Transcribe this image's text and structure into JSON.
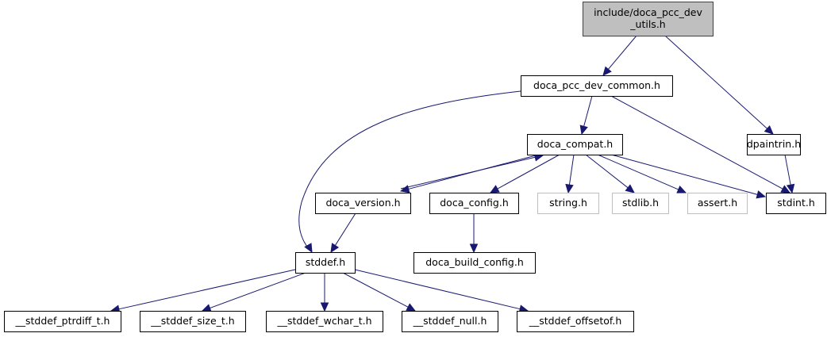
{
  "diagram": {
    "type": "include-dependency-graph",
    "colors": {
      "edge": "#191970",
      "root_fill": "#bfbfbf",
      "root_border": "#404040",
      "node_fill": "#ffffff",
      "node_border": "#000000",
      "external_border": "#bfbfbf"
    },
    "nodes": [
      {
        "id": "root",
        "lines": [
          "include/doca_pcc_dev",
          "_utils.h"
        ],
        "kind": "root"
      },
      {
        "id": "common",
        "lines": [
          "doca_pcc_dev_common.h"
        ],
        "kind": "normal"
      },
      {
        "id": "dpaintrin",
        "lines": [
          "dpaintrin.h"
        ],
        "kind": "normal"
      },
      {
        "id": "compat",
        "lines": [
          "doca_compat.h"
        ],
        "kind": "normal"
      },
      {
        "id": "version",
        "lines": [
          "doca_version.h"
        ],
        "kind": "normal"
      },
      {
        "id": "config",
        "lines": [
          "doca_config.h"
        ],
        "kind": "normal"
      },
      {
        "id": "string",
        "lines": [
          "string.h"
        ],
        "kind": "external"
      },
      {
        "id": "stdlib",
        "lines": [
          "stdlib.h"
        ],
        "kind": "external"
      },
      {
        "id": "assert",
        "lines": [
          "assert.h"
        ],
        "kind": "external"
      },
      {
        "id": "stdint",
        "lines": [
          "stdint.h"
        ],
        "kind": "normal"
      },
      {
        "id": "stddef",
        "lines": [
          "stddef.h"
        ],
        "kind": "normal"
      },
      {
        "id": "build_config",
        "lines": [
          "doca_build_config.h"
        ],
        "kind": "normal"
      },
      {
        "id": "ptrdiff",
        "lines": [
          "__stddef_ptrdiff_t.h"
        ],
        "kind": "normal"
      },
      {
        "id": "size_t",
        "lines": [
          "__stddef_size_t.h"
        ],
        "kind": "normal"
      },
      {
        "id": "wchar",
        "lines": [
          "__stddef_wchar_t.h"
        ],
        "kind": "normal"
      },
      {
        "id": "null",
        "lines": [
          "__stddef_null.h"
        ],
        "kind": "normal"
      },
      {
        "id": "offsetof",
        "lines": [
          "__stddef_offsetof.h"
        ],
        "kind": "normal"
      }
    ],
    "edges": [
      {
        "from": "root",
        "to": "common"
      },
      {
        "from": "root",
        "to": "dpaintrin"
      },
      {
        "from": "common",
        "to": "stddef"
      },
      {
        "from": "common",
        "to": "compat"
      },
      {
        "from": "common",
        "to": "stdint"
      },
      {
        "from": "dpaintrin",
        "to": "stdint"
      },
      {
        "from": "compat",
        "to": "version"
      },
      {
        "from": "compat",
        "to": "config"
      },
      {
        "from": "compat",
        "to": "string"
      },
      {
        "from": "compat",
        "to": "stdlib"
      },
      {
        "from": "compat",
        "to": "assert"
      },
      {
        "from": "compat",
        "to": "stdint"
      },
      {
        "from": "version",
        "to": "compat"
      },
      {
        "from": "version",
        "to": "stddef"
      },
      {
        "from": "config",
        "to": "build_config"
      },
      {
        "from": "stddef",
        "to": "ptrdiff"
      },
      {
        "from": "stddef",
        "to": "size_t"
      },
      {
        "from": "stddef",
        "to": "wchar"
      },
      {
        "from": "stddef",
        "to": "null"
      },
      {
        "from": "stddef",
        "to": "offsetof"
      }
    ]
  }
}
